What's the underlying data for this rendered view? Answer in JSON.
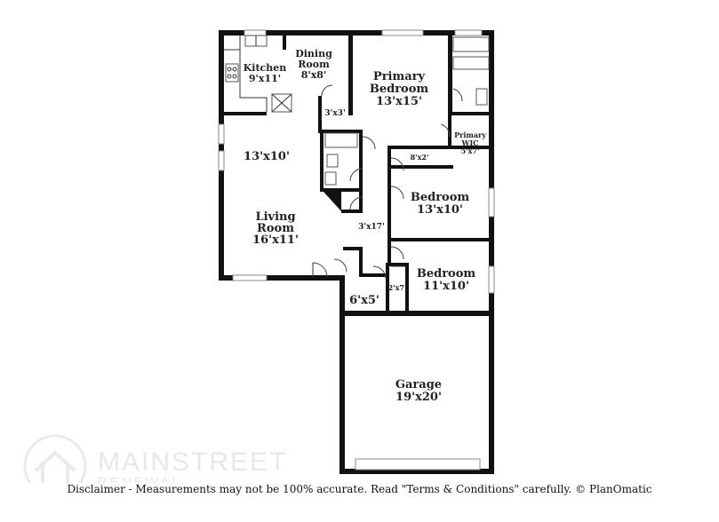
{
  "rooms": {
    "kitchen": {
      "name": "Kitchen",
      "size": "9'x11'"
    },
    "dining": {
      "name_line1": "Dining",
      "name_line2": "Room",
      "size": "8'x8'"
    },
    "primary_bedroom": {
      "name_line1": "Primary",
      "name_line2": "Bedroom",
      "size": "13'x15'"
    },
    "primary_wic": {
      "name_line1": "Primary",
      "name_line2": "WIC",
      "size": "5'x7'"
    },
    "pantry": {
      "size": "3'x3'"
    },
    "living_upper": {
      "size": "13'x10'"
    },
    "living": {
      "name_line1": "Living",
      "name_line2": "Room",
      "size": "16'x11'"
    },
    "closet_8x2": {
      "size": "8'x2'"
    },
    "hall": {
      "size": "3'x17'"
    },
    "bedroom2": {
      "name": "Bedroom",
      "size": "13'x10'"
    },
    "bedroom3": {
      "name": "Bedroom",
      "size": "11'x10'"
    },
    "closet_2x7": {
      "size": "2'x7'"
    },
    "laundry": {
      "size": "6'x5'"
    },
    "garage": {
      "name": "Garage",
      "size": "19'x20'"
    }
  },
  "watermark": {
    "brand": "MAINSTREET",
    "sub": "RENEWAL"
  },
  "disclaimer": "Disclaimer - Measurements may not be 100% accurate. Read \"Terms & Conditions\" carefully. © PlanOmatic"
}
